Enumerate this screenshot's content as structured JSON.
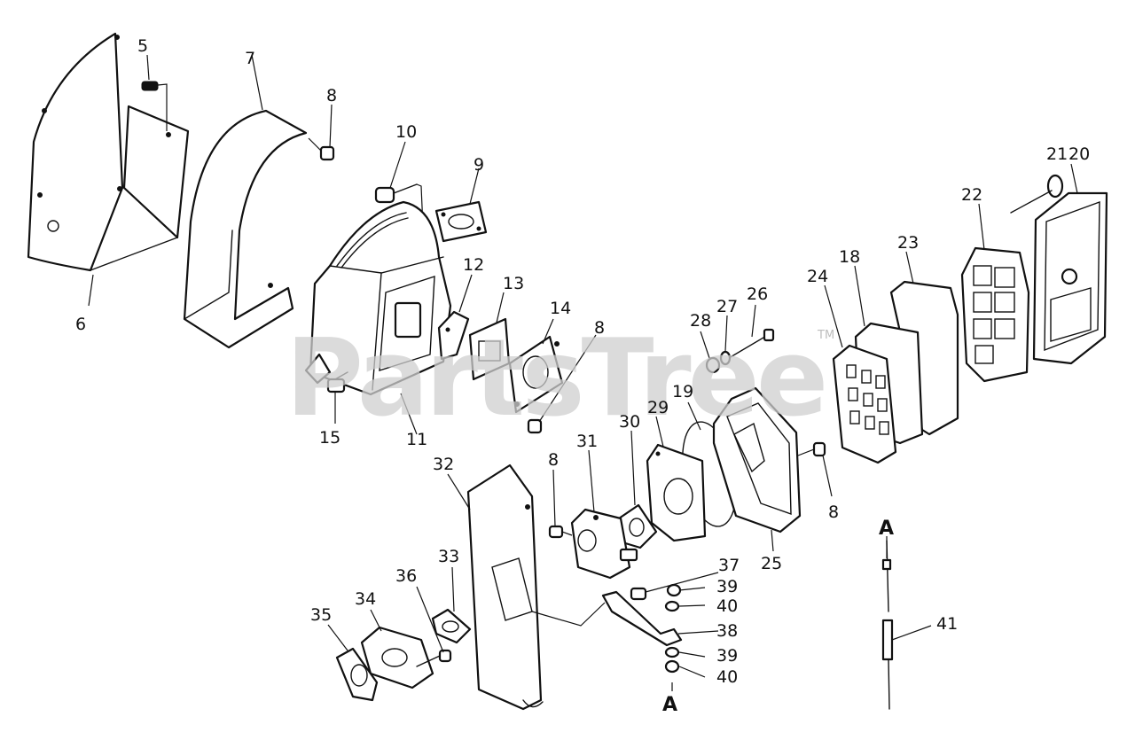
{
  "watermark": {
    "text": "PartsTree",
    "trademark": "TM"
  },
  "callouts": [
    "5",
    "7",
    "8",
    "10",
    "9",
    "6",
    "12",
    "13",
    "14",
    "8",
    "15",
    "11",
    "21",
    "20",
    "22",
    "23",
    "18",
    "24",
    "26",
    "27",
    "28",
    "19",
    "29",
    "30",
    "31",
    "8",
    "32",
    "25",
    "8",
    "37",
    "39",
    "40",
    "38",
    "39",
    "40",
    "33",
    "34",
    "36",
    "35",
    "41"
  ],
  "reference_marks": [
    "A",
    "A"
  ],
  "colors": {
    "line": "#111111",
    "watermark": "#cfcfcf",
    "background": "#ffffff"
  }
}
